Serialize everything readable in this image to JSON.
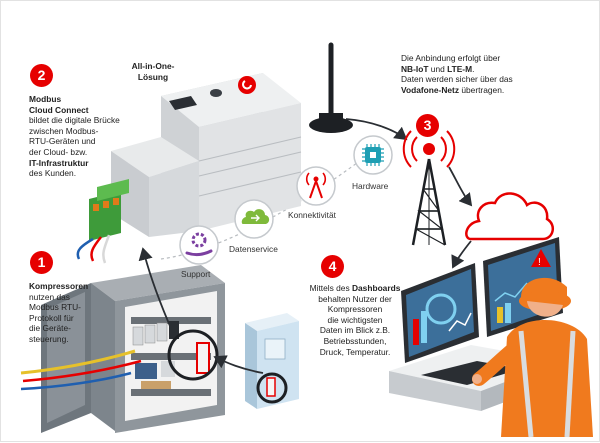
{
  "colors": {
    "accent": "#e60000",
    "icon_green": "#7fba3b",
    "icon_purple": "#7b3fa0",
    "icon_teal": "#1e9fb4",
    "icon_red": "#e60000",
    "device_grey": "#d7d9dc",
    "cabinet_grey": "#8f969c",
    "cabinet_blue": "#cfe3f1",
    "worker_orange": "#f07a1e"
  },
  "steps": [
    {
      "num": "1",
      "title": "Kompressoren",
      "lines": [
        "nutzen das",
        "Modbus RTU-",
        "Protokoll für",
        "die Geräte-",
        "steuerung."
      ]
    },
    {
      "num": "2",
      "title_lines": [
        "Modbus",
        "Cloud Connect"
      ],
      "lines": [
        "bildet die digitale Brücke",
        "zwischen Modbus-",
        "RTU-Geräten und",
        "der Cloud- bzw."
      ],
      "bold_line": "IT-Infrastruktur",
      "last_line": "des Kunden."
    },
    {
      "num": "3",
      "line1": "Die Anbindung erfolgt über",
      "line2_bold1": "NB-IoT",
      "line2_mid": " und ",
      "line2_bold2": "LTE-M",
      "line2_end": ".",
      "line3": "Daten werden sicher über das",
      "line4_bold": "Vodafone-Netz",
      "line4_end": " übertragen."
    },
    {
      "num": "4",
      "l1_pre": "Mittels des ",
      "l1_bold": "Dashboards",
      "lines": [
        "behalten Nutzer der",
        "Kompressoren",
        "die wichtigsten",
        "Daten im Blick z.B.",
        "Betriebsstunden,",
        "Druck, Temperatur."
      ]
    }
  ],
  "device_title": [
    "All-in-One-",
    "Lösung"
  ],
  "features": [
    {
      "label": "Support",
      "icon": "gear-hand-icon"
    },
    {
      "label": "Datenservice",
      "icon": "cloud-arrow-icon"
    },
    {
      "label": "Konnektivität",
      "icon": "antenna-signal-icon"
    },
    {
      "label": "Hardware",
      "icon": "chip-icon"
    }
  ]
}
